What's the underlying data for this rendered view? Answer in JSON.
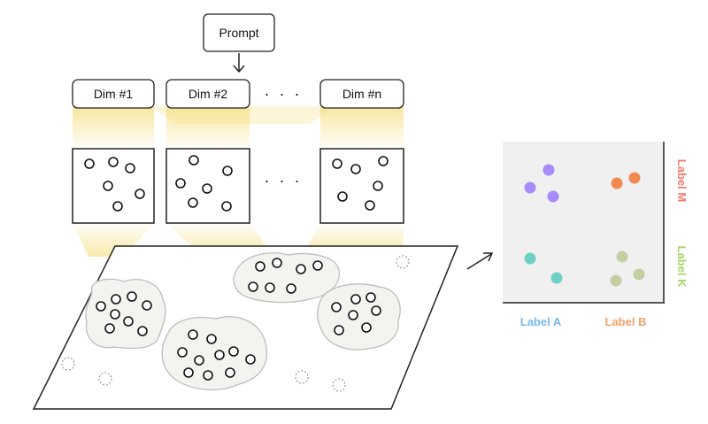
{
  "prompt": {
    "label": "Prompt"
  },
  "dims": [
    {
      "label": "Dim #1"
    },
    {
      "label": "Dim #2"
    },
    {
      "label": "Dim #n"
    }
  ],
  "ellipsis": "· · ·",
  "result_plot": {
    "x_labels": [
      {
        "text": "Label A",
        "color": "#7ab8f0"
      },
      {
        "text": "Label B",
        "color": "#f4a26a"
      }
    ],
    "y_labels": [
      {
        "text": "Label M",
        "color": "#f07b6e"
      },
      {
        "text": "Label K",
        "color": "#a9d46b"
      }
    ],
    "groups": [
      {
        "name": "purple",
        "color": "#a78bfa"
      },
      {
        "name": "orange",
        "color": "#f28a50"
      },
      {
        "name": "teal",
        "color": "#6fd1c4"
      },
      {
        "name": "olive",
        "color": "#c3cfa0"
      }
    ]
  },
  "colors": {
    "highlight": "#f6e28e",
    "plot_bg": "#f0f0f0",
    "cluster_fill": "#f3f3ef",
    "cluster_stroke": "#bdbdbd"
  }
}
